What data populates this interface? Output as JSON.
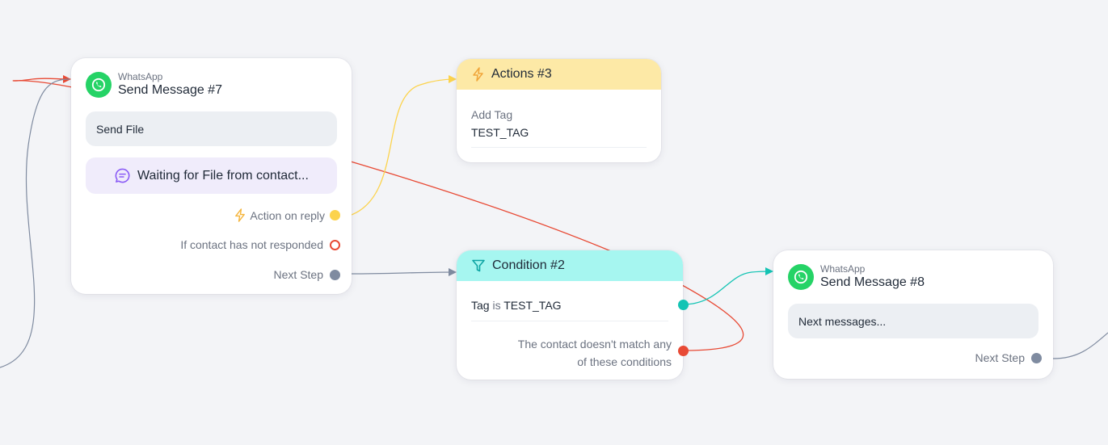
{
  "node_send7": {
    "app_label": "WhatsApp",
    "title": "Send Message #7",
    "pill_label": "Send File",
    "waiting_label": "Waiting for File from contact...",
    "action_on_reply": "Action on reply",
    "not_responded": "If contact has not responded",
    "next_step": "Next Step"
  },
  "node_actions3": {
    "title": "Actions #3",
    "action_type": "Add Tag",
    "action_value": "TEST_TAG"
  },
  "node_condition2": {
    "title": "Condition #2",
    "rule_field": "Tag",
    "rule_operator": "is",
    "rule_value": "TEST_TAG",
    "no_match_line1": "The contact doesn't match any",
    "no_match_line2": "of these conditions"
  },
  "node_send8": {
    "app_label": "WhatsApp",
    "title": "Send Message #8",
    "pill_label": "Next messages...",
    "next_step": "Next Step"
  },
  "colors": {
    "canvas": "#f3f4f7",
    "whatsapp": "#25d366",
    "actions_header": "#fde9a6",
    "condition_header": "#a6f6f0",
    "edge_yellow": "#fcd34d",
    "edge_red": "#e84a35",
    "edge_gray": "#7f8ba0",
    "edge_teal": "#14c4b4",
    "waiting_bg": "#f0ecfb"
  },
  "icons": [
    "whatsapp-icon",
    "lightning-icon",
    "chat-bubble-icon",
    "filter-icon"
  ]
}
